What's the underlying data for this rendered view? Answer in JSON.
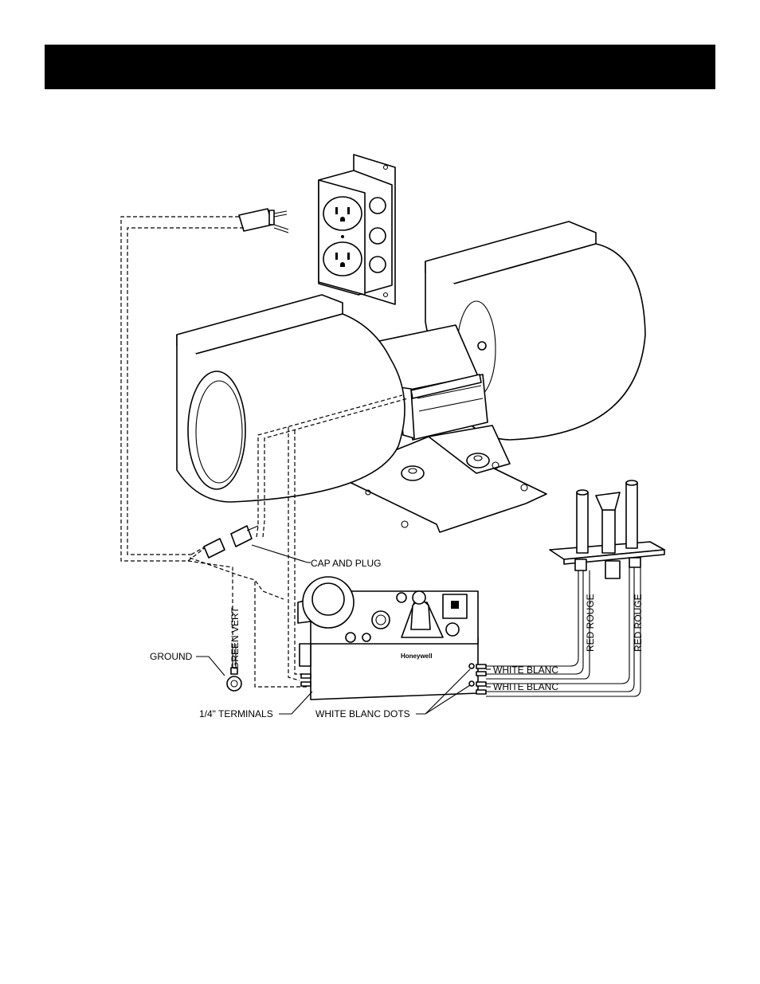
{
  "header": {
    "bar_color": "#000000"
  },
  "diagram": {
    "labels": {
      "cap_and_plug": "CAP AND PLUG",
      "green_vert": "GREEN VERT",
      "ground": "GROUND",
      "terminals": "1/4\" TERMINALS",
      "white_blanc_dots": "WHITE BLANC DOTS",
      "white_blanc_1": "WHITE BLANC",
      "white_blanc_2": "WHITE BLANC",
      "red_rouge_1": "RED ROUGE",
      "red_rouge_2": "RED ROUGE",
      "brand": "Honeywell"
    }
  }
}
